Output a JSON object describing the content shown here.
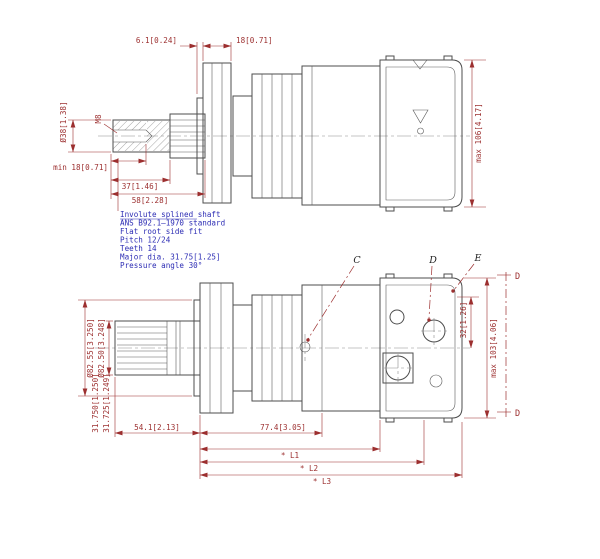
{
  "colors": {
    "outline": "#4d4d4d",
    "dimension": "#9c2f2f",
    "note": "#2d2db4",
    "background": "#ffffff"
  },
  "top_view": {
    "dim_flange_offset": "6.1[0.24]",
    "dim_flange_thickness": "18[0.71]",
    "dim_shaft_diameter": "Ø38[1.38]",
    "thread_label": "M8",
    "dim_thread_depth": "min 18[0.71]",
    "dim_shaft_plain_length": "37[1.46]",
    "dim_shaft_length": "58[2.28]",
    "dim_height_max": "max 106[4.17]"
  },
  "spline_note": {
    "lines": [
      "Involute splined shaft",
      "ANS B92.1—1970 standard",
      "Flat root side fit",
      "Pitch 12/24",
      "Teeth 14",
      "Major dia. 31.75[1.25]",
      "Pressure angle 30°"
    ]
  },
  "bottom_view": {
    "callout_c": "C",
    "callout_d": "D",
    "callout_e": "E",
    "section_label_top": "D",
    "section_label_bottom": "D",
    "dim_pilot_diameter_upper": "Ø82.55[3.250]",
    "dim_pilot_diameter_lower": "Ø82.50[3.248]",
    "dim_spline_diameter_upper": "31.750[1.250]",
    "dim_spline_diameter_lower": "31.725[1.249]",
    "dim_shaft_length": "54.1[2.13]",
    "dim_body_length": "77.4[3.05]",
    "dim_port_offset": "32[1.26]",
    "dim_height_max": "max 103[4.06]",
    "dim_l1": "* L1",
    "dim_l2": "* L2",
    "dim_l3": "* L3"
  }
}
